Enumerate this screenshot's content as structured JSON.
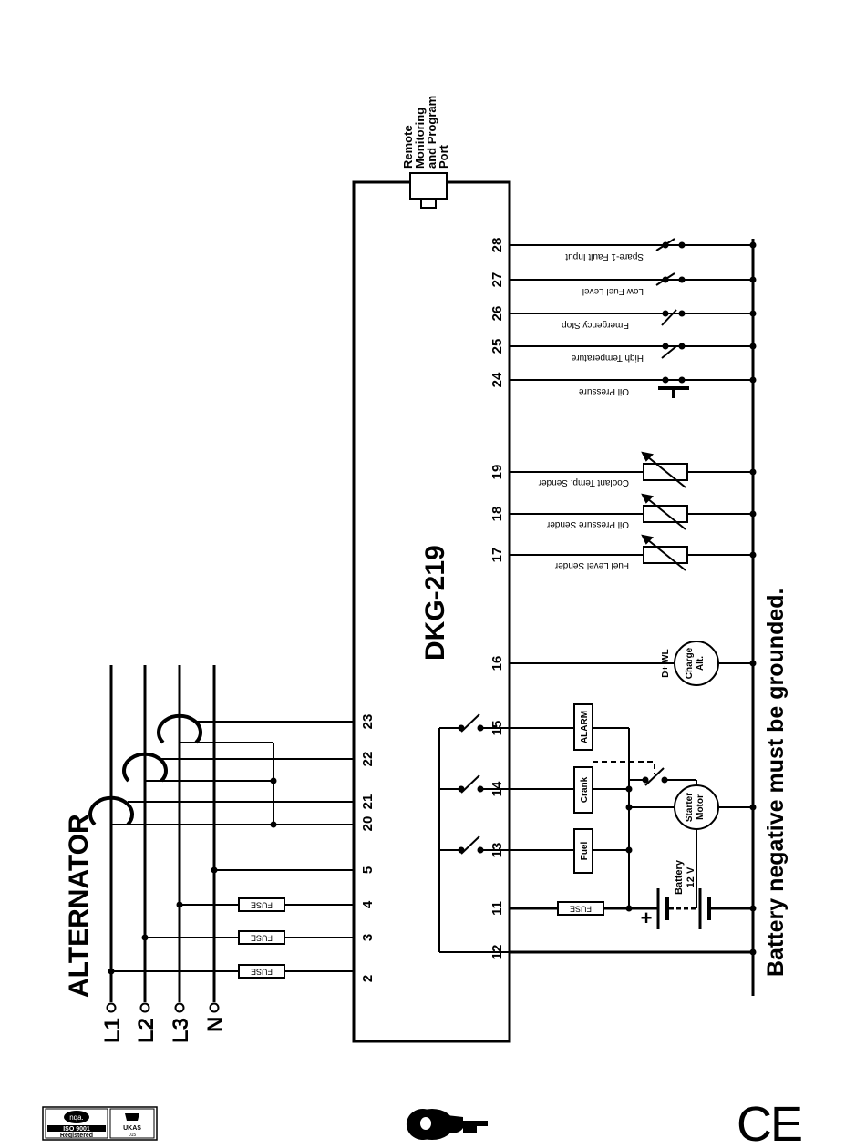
{
  "controller": {
    "model": "DKG-219"
  },
  "alternator": {
    "title": "ALTERNATOR",
    "phases": [
      "L1",
      "L2",
      "L3",
      "N"
    ]
  },
  "port": {
    "label_lines": [
      "Remote",
      "Monitoring",
      "and Program",
      "Port"
    ]
  },
  "left_terminals": [
    "2",
    "3",
    "4",
    "5",
    "20",
    "21",
    "22",
    "23"
  ],
  "fuse_label": "FUSE",
  "relay_outputs": {
    "terminals": [
      "13",
      "14",
      "15"
    ],
    "labels": [
      "Fuel",
      "Crank",
      "ALARM"
    ]
  },
  "power": {
    "terminals": [
      "12",
      "11"
    ],
    "battery_label_lines": [
      "Battery",
      "12 V"
    ],
    "plus_sign": "+"
  },
  "charge": {
    "terminal": "16",
    "pin_label": "D+ WL",
    "label_lines": [
      "Charge",
      "Alt."
    ]
  },
  "starter": {
    "label_lines": [
      "Starter",
      "Motor"
    ]
  },
  "senders": [
    {
      "terminal": "17",
      "label": "Fuel Level Sender"
    },
    {
      "terminal": "18",
      "label": "Oil Pressure Sender"
    },
    {
      "terminal": "19",
      "label": "Coolant Temp. Sender"
    }
  ],
  "digital_inputs": [
    {
      "terminal": "24",
      "label": "Oil Pressure"
    },
    {
      "terminal": "25",
      "label": "High Temperature"
    },
    {
      "terminal": "26",
      "label": "Emergency Stop"
    },
    {
      "terminal": "27",
      "label": "Low Fuel Level"
    },
    {
      "terminal": "28",
      "label": "Spare-1 Fault Input"
    }
  ],
  "ground_note": "Battery negative must be grounded.",
  "badges": {
    "nqa": "nqa.",
    "iso": "ISO 9001",
    "registered": "Registered",
    "ukas": "UKAS",
    "ukas_code": "015",
    "ce": "CE"
  }
}
